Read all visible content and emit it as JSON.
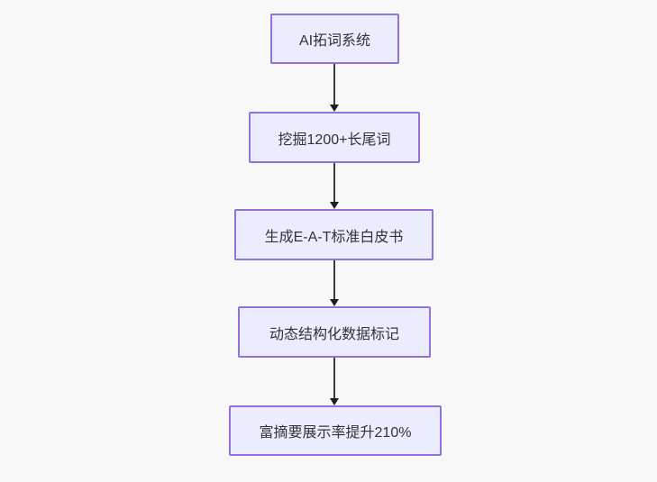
{
  "diagram": {
    "type": "flowchart",
    "direction": "top-down",
    "colors": {
      "background": "#f8f8f8",
      "node_fill": "#ECECFF",
      "node_border": "#9370DB",
      "node_text": "#333333",
      "arrow": "#333333"
    },
    "nodes": [
      {
        "id": "n1",
        "label": "AI拓词系统"
      },
      {
        "id": "n2",
        "label": "挖掘1200+长尾词"
      },
      {
        "id": "n3",
        "label": "生成E-A-T标准白皮书"
      },
      {
        "id": "n4",
        "label": "动态结构化数据标记"
      },
      {
        "id": "n5",
        "label": "富摘要展示率提升210%"
      }
    ],
    "edges": [
      {
        "from": "n1",
        "to": "n2",
        "style": "arrow"
      },
      {
        "from": "n2",
        "to": "n3",
        "style": "arrow"
      },
      {
        "from": "n3",
        "to": "n4",
        "style": "arrow"
      },
      {
        "from": "n4",
        "to": "n5",
        "style": "arrow"
      }
    ]
  }
}
